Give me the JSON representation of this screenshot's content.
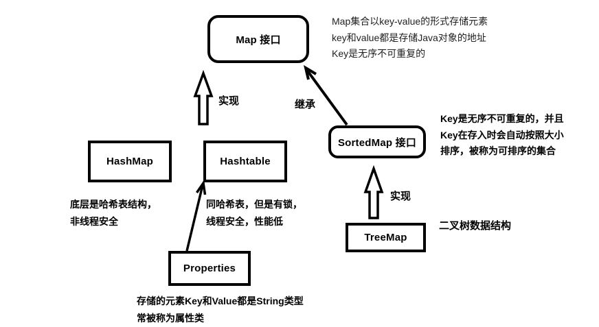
{
  "canvas": {
    "background_color": "#ffffff",
    "ink_color": "#000000"
  },
  "nodes": {
    "map": {
      "label": "Map 接口"
    },
    "hashmap": {
      "label": "HashMap"
    },
    "hashtable": {
      "label": "Hashtable"
    },
    "sortedmap": {
      "label": "SortedMap 接口"
    },
    "treemap": {
      "label": "TreeMap"
    },
    "properties": {
      "label": "Properties"
    }
  },
  "edges": {
    "hashtable_to_map": {
      "label": "实现",
      "style": "hollow-block-arrow"
    },
    "sortedmap_to_map": {
      "label": "继承",
      "style": "line-arrow"
    },
    "treemap_to_sortedmap": {
      "label": "实现",
      "style": "hollow-block-arrow"
    },
    "properties_to_hashtable": {
      "label": "",
      "style": "line-arrow"
    }
  },
  "notes": {
    "map": {
      "lines": [
        "Map集合以key-value的形式存储元素",
        "key和value都是存储Java对象的地址",
        "Key是无序不可重复的"
      ]
    },
    "sortedmap": {
      "lines": [
        "Key是无序不可重复的，并且",
        "Key在存入时会自动按照大小",
        "排序，被称为可排序的集合"
      ]
    },
    "hashmap": {
      "lines": [
        "底层是哈希表结构，",
        "非线程安全"
      ]
    },
    "hashtable": {
      "lines": [
        "同哈希表，但是有锁，",
        "线程安全，性能低"
      ]
    },
    "treemap": {
      "lines": [
        "二叉树数据结构"
      ]
    },
    "properties": {
      "lines": [
        "存储的元素Key和Value都是String类型",
        "常被称为属性类"
      ]
    }
  }
}
